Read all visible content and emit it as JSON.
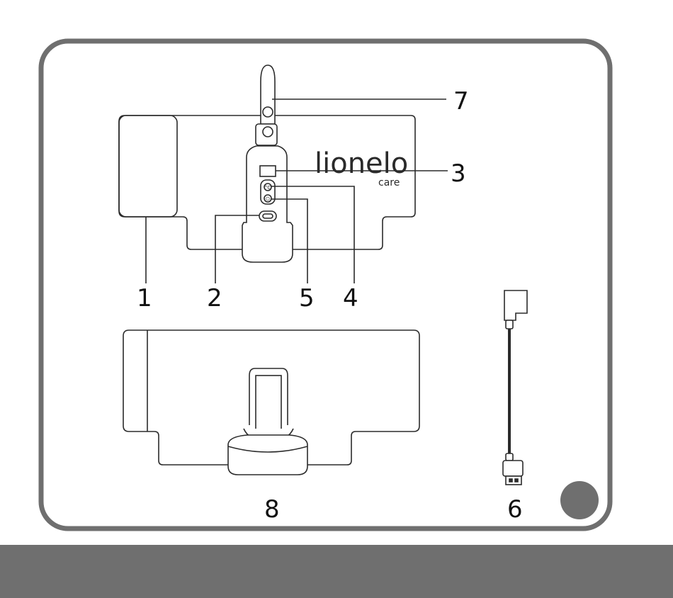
{
  "brand": {
    "name": "lionelo",
    "sub": "care"
  },
  "callouts": [
    "1",
    "2",
    "3",
    "4",
    "5",
    "6",
    "7",
    "8"
  ],
  "colors": {
    "frame": "#6f6f6f",
    "line": "#2b2b2b",
    "band": "#6f6f6f",
    "dot": "#6f6f6f"
  },
  "buttons": {
    "temp_symbol": "°C",
    "power_symbol": "⏻"
  }
}
